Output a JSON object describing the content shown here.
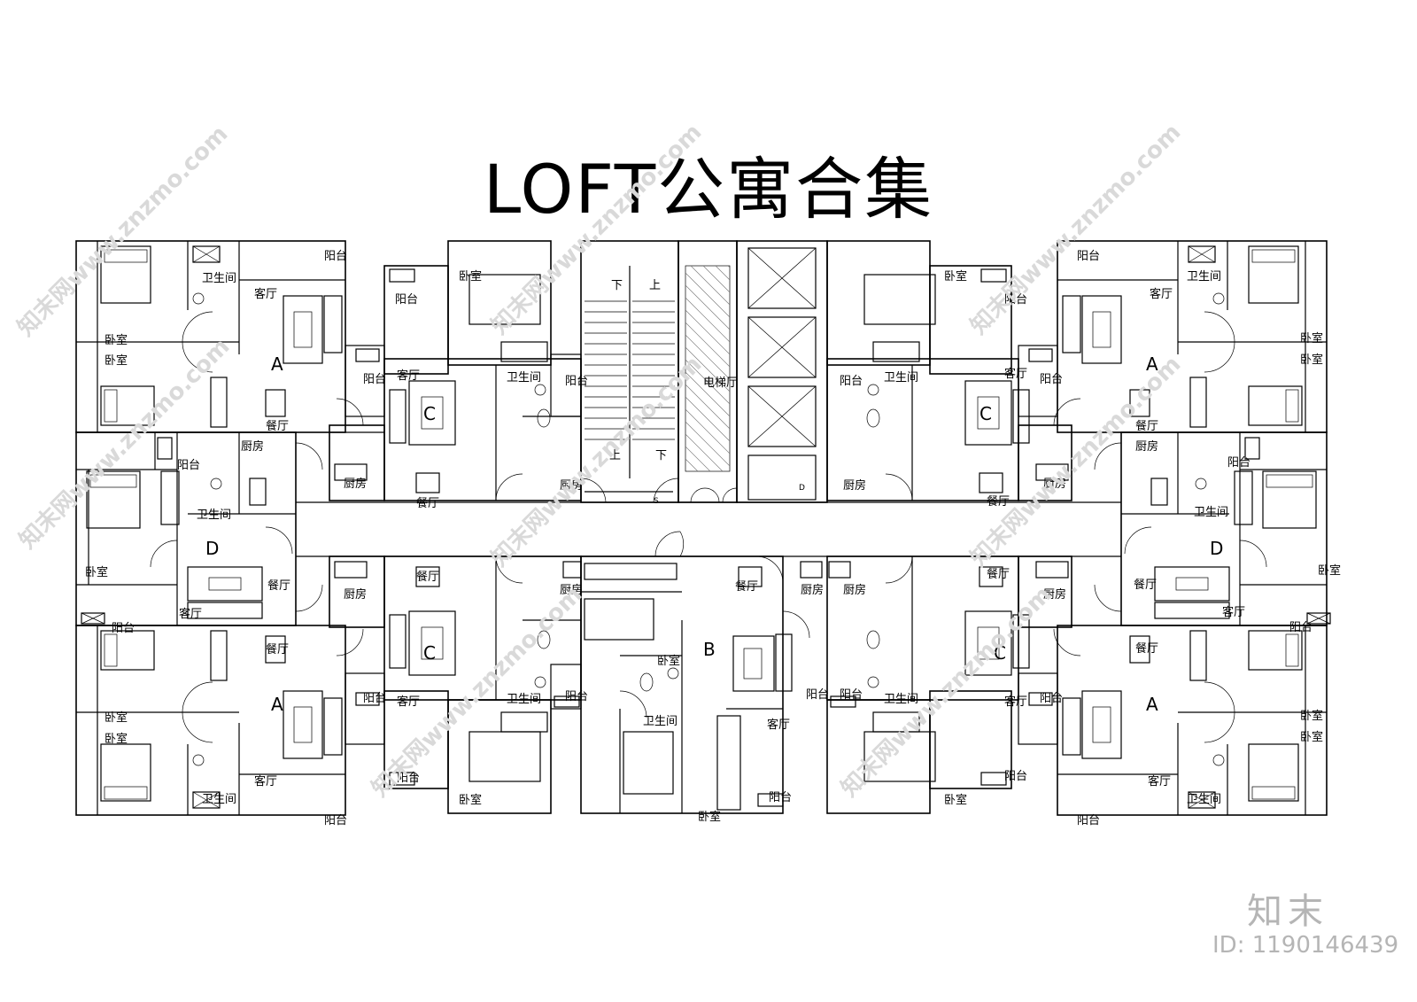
{
  "title": "LOFT公寓合集",
  "watermark": {
    "text": "知末网www.znzmo.com",
    "brand": "知末",
    "id": "ID: 1190146439"
  },
  "units": [
    "A",
    "C",
    "C",
    "A",
    "D",
    "D",
    "C",
    "B",
    "C",
    "A",
    "A"
  ],
  "labels": {
    "balcony": "阳台",
    "bedroom": "卧室",
    "bathroom": "卫生间",
    "living": "客厅",
    "dining": "餐厅",
    "kitchen": "厨房",
    "elevator_hall": "电梯厅",
    "stair_up": "上",
    "stair_down": "下",
    "s_mark": "S",
    "d_mark": "D"
  }
}
